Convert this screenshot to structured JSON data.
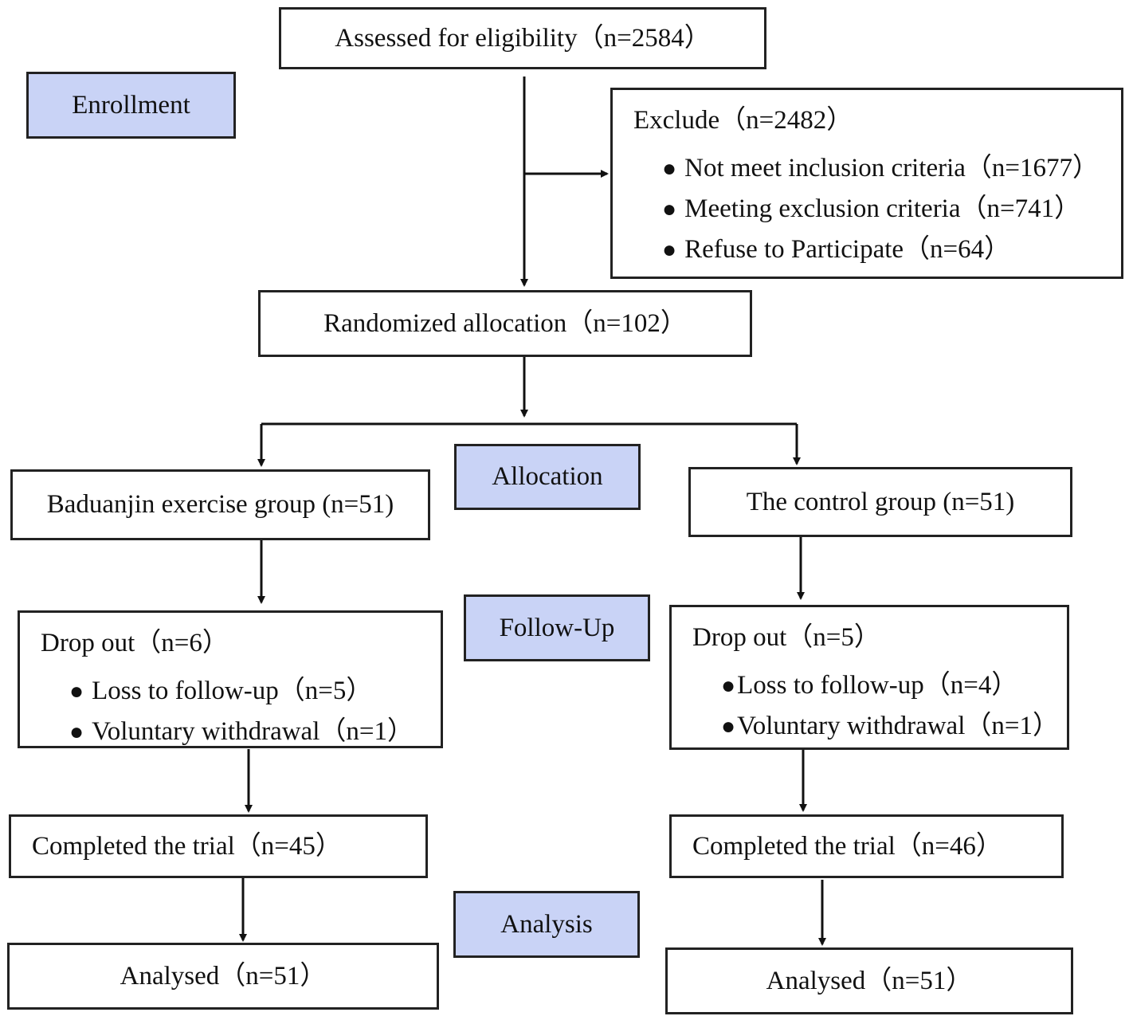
{
  "phases": {
    "enrollment": "Enrollment",
    "allocation": "Allocation",
    "follow_up": "Follow-Up",
    "analysis": "Analysis"
  },
  "assessed": "Assessed for eligibility（n=2584）",
  "exclude": {
    "title": "Exclude（n=2482）",
    "items": [
      "Not meet inclusion criteria（n=1677）",
      "Meeting exclusion criteria（n=741）",
      "Refuse to Participate（n=64）"
    ]
  },
  "randomized": "Randomized allocation（n=102）",
  "left": {
    "group": "Baduanjin exercise group (n=51)",
    "dropout_title": "Drop out（n=6）",
    "dropout_items": [
      "Loss to follow-up（n=5）",
      "Voluntary withdrawal（n=1）"
    ],
    "completed": "Completed the trial（n=45）",
    "analysed": "Analysed（n=51）"
  },
  "right": {
    "group": "The control group (n=51)",
    "dropout_title": "Drop out（n=5）",
    "dropout_items": [
      "Loss to follow-up（n=4）",
      "Voluntary withdrawal（n=1）"
    ],
    "completed": "Completed the trial（n=46）",
    "analysed": "Analysed（n=51）"
  }
}
